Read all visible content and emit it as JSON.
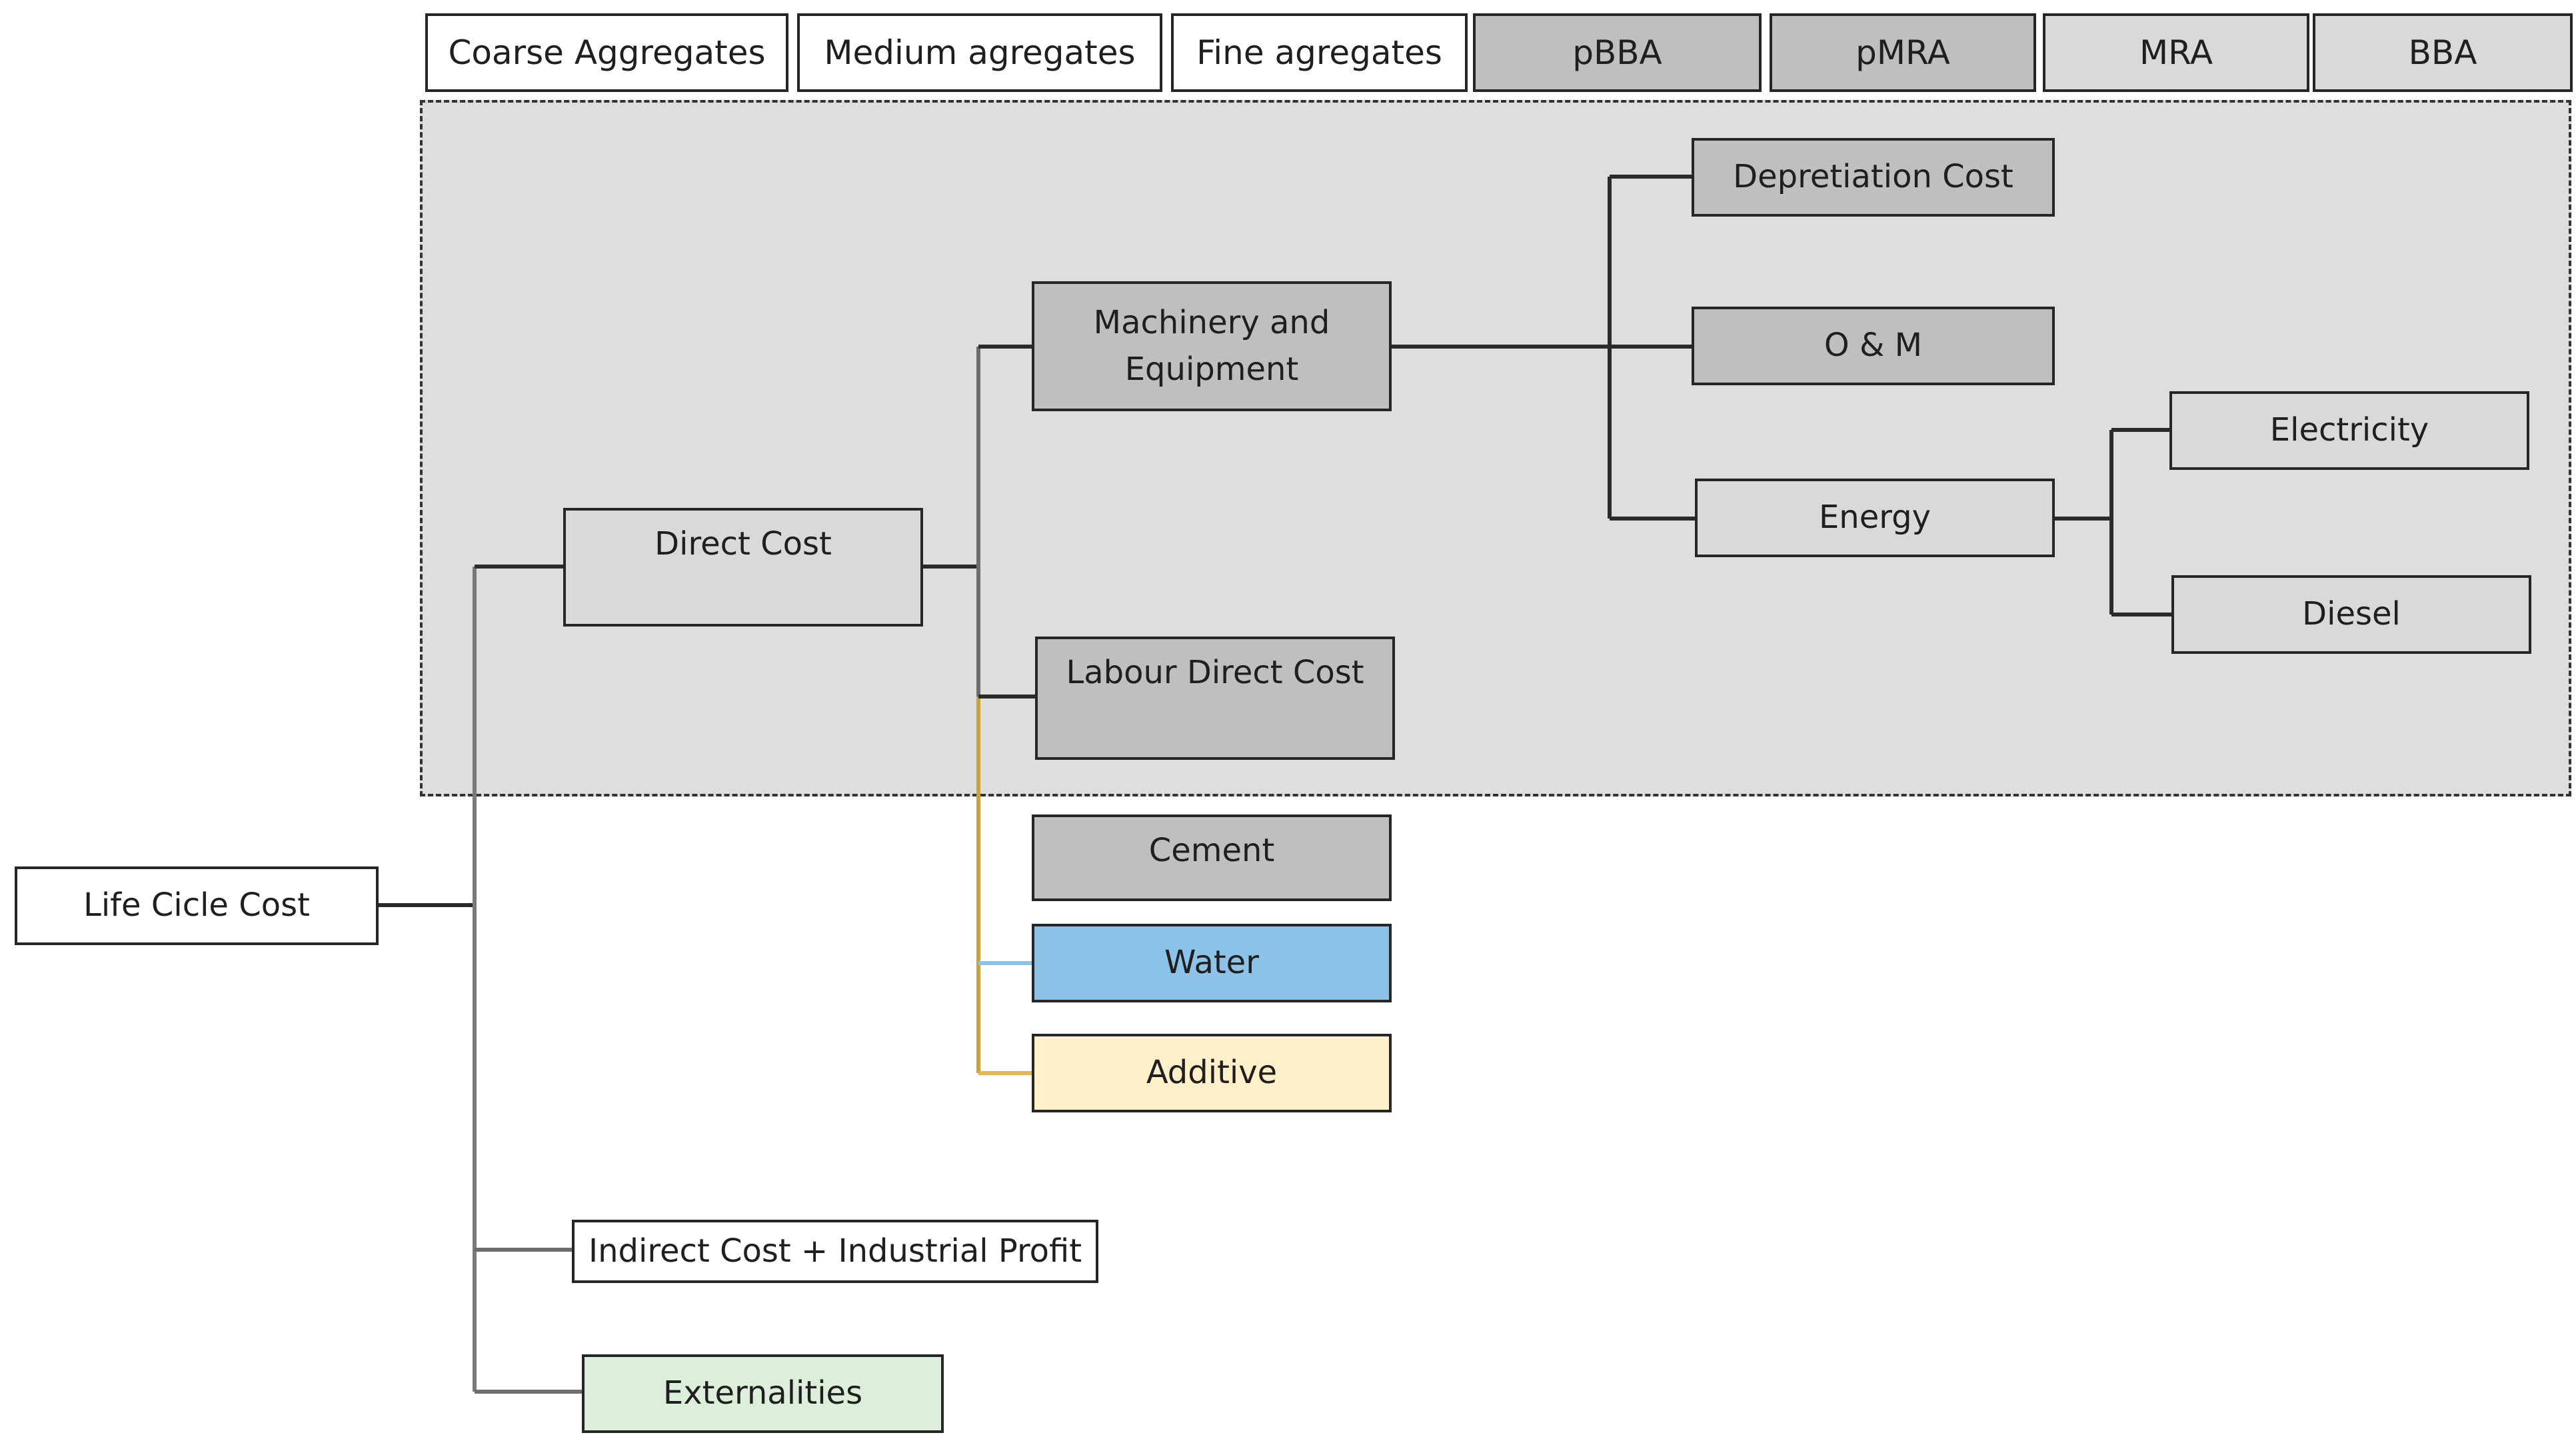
{
  "materials": [
    "Coarse Aggregates",
    "Medium agregates",
    "Fine agregates",
    "pBBA",
    "pMRA",
    "MRA",
    "BBA"
  ],
  "nodes": {
    "root": "Life Cicle Cost",
    "direct_cost": "Direct Cost",
    "machinery": "Machinery and Equipment",
    "labour": "Labour Direct Cost",
    "cement": "Cement",
    "water": "Water",
    "additive": "Additive",
    "depreciation": "Depretiation Cost",
    "om": "O & M",
    "energy": "Energy",
    "electricity": "Electricity",
    "diesel": "Diesel",
    "indirect": "Indirect Cost + Industrial Profit",
    "externalities": "Externalities"
  },
  "colors": {
    "water_fill": "#8dc3e8",
    "additive_fill": "#fff0c9",
    "externalities_fill": "#dcefda",
    "water_link": "#8dc3e8",
    "additive_link": "#e6b450",
    "region_fill": "#dedede",
    "dark_box": "#bfbfbf",
    "light_box": "#d9d9d9"
  }
}
